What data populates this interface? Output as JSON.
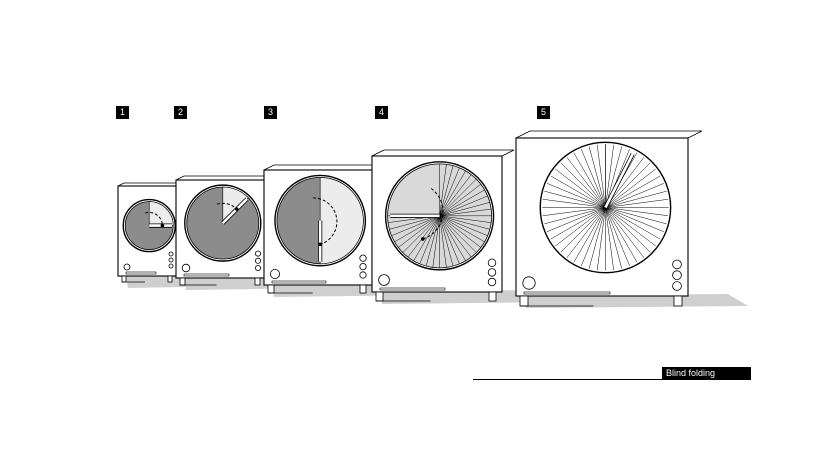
{
  "steps": [
    {
      "label": "1",
      "fold_fraction": 0.25,
      "disc": "dark"
    },
    {
      "label": "2",
      "fold_fraction": 0.125,
      "disc": "dark"
    },
    {
      "label": "3",
      "fold_fraction": 0.5,
      "disc": "dark"
    },
    {
      "label": "4",
      "fold_fraction": 0.75,
      "disc": "light"
    },
    {
      "label": "5",
      "fold_fraction": 1.0,
      "disc": "open"
    }
  ],
  "caption": "Blind folding",
  "colors": {
    "ink": "#000000",
    "disc_dark": "#8c8c8c",
    "disc_light": "#d9d9d9",
    "shadow": "#cfcfcf"
  }
}
